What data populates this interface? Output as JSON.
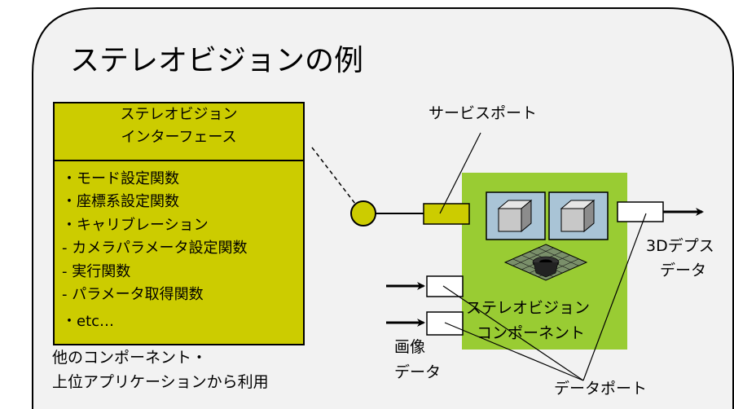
{
  "title": "ステレオビジョンの例",
  "interface_box": {
    "header_line1": "ステレオビジョン",
    "header_line2": "インターフェース",
    "items": [
      "・モード設定関数",
      "・座標系設定関数",
      "・キャリブレーション",
      " - カメラパラメータ設定関数",
      " - 実行関数",
      " - パラメータ取得関数",
      "・etc…"
    ],
    "usage_line1": "他のコンポーネント・",
    "usage_line2": "上位アプリケーションから利用"
  },
  "service_port_label": "サービスポート",
  "component_label_line1": "ステレオビジョン",
  "component_label_line2": "コンポーネント",
  "output_label_line1": "3Dデプス",
  "output_label_line2": "データ",
  "input_label_line1": "画像",
  "input_label_line2": "データ",
  "data_port_label": "データポート",
  "colors": {
    "interface_fill": "#cccc00",
    "component_fill": "#99cc33",
    "camera_fill": "#a9c4d6",
    "frame_fill": "#f2f2f2"
  }
}
